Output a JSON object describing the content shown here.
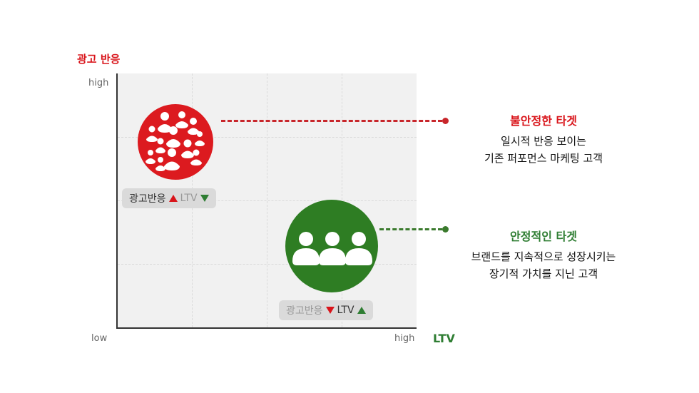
{
  "axes": {
    "y_title": "광고 반응",
    "x_title": "LTV",
    "y_high": "high",
    "origin": "low",
    "x_high": "high"
  },
  "segments": [
    {
      "title": "불안정한 타겟",
      "lines": [
        "일시적 반응 보이는",
        "기존 퍼포먼스 마케팅 고객"
      ],
      "badge": {
        "ad_label": "광고반응",
        "ltv_label": "LTV"
      },
      "color": "#dc1a1f"
    },
    {
      "title": "안정적인 타겟",
      "lines": [
        "브랜드를 지속적으로 성장시키는",
        "장기적 가치를 지닌 고객"
      ],
      "badge": {
        "ad_label": "광고반응",
        "ltv_label": "LTV"
      },
      "color": "#2e7d23"
    }
  ]
}
